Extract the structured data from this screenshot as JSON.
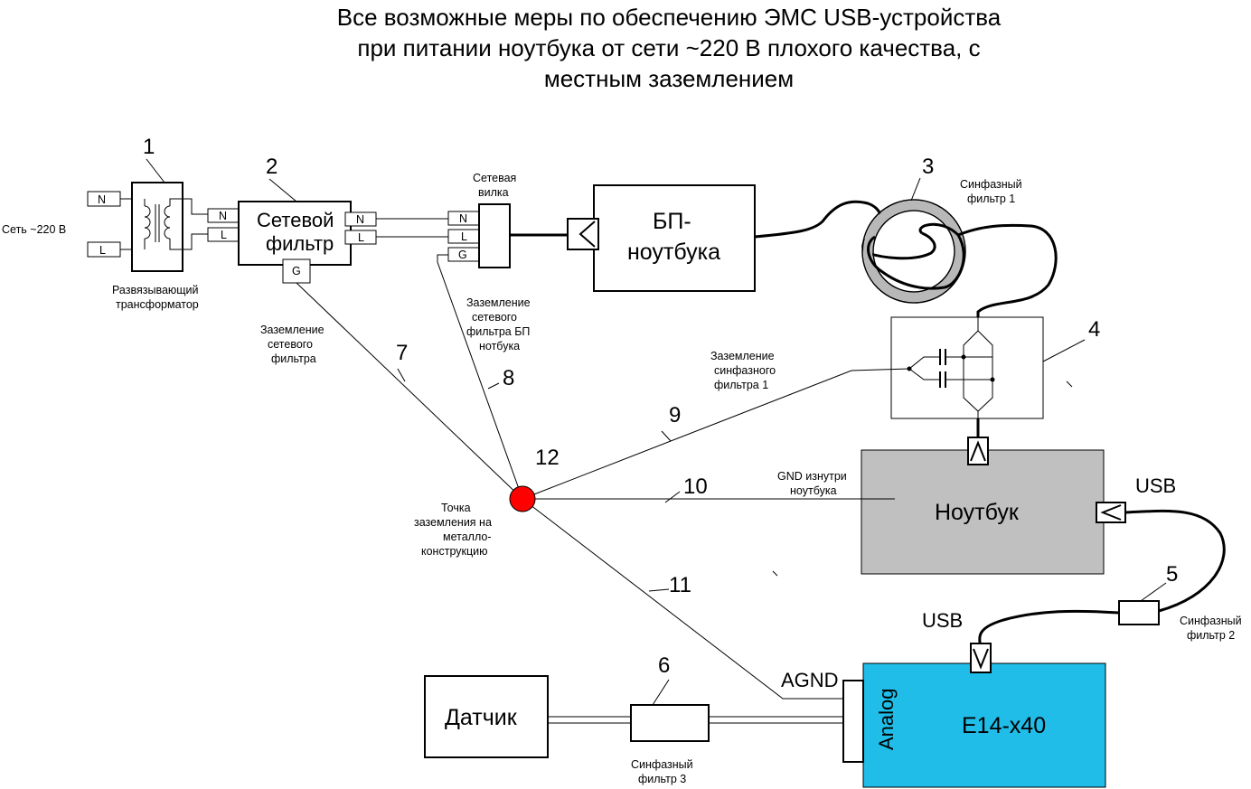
{
  "title": {
    "line1": "Все возможные меры по обеспечению ЭМС USB-устройства",
    "line2": "при питании ноутбука от сети ~220 В плохого качества, с",
    "line3": "местным заземлением"
  },
  "labels": {
    "mains": "Сеть ~220 В",
    "transformer": [
      "Развязывающий",
      "трансформатор"
    ],
    "filter_box": [
      "Сетевой",
      "фильтр"
    ],
    "plug": [
      "Сетевая",
      "вилка"
    ],
    "psu": [
      "БП-",
      "ноутбука"
    ],
    "cm_filter1": [
      "Синфазный",
      "фильтр 1"
    ],
    "ground_filter": [
      "Заземление",
      "сетевого",
      "фильтра"
    ],
    "ground_psu_filter": [
      "Заземление",
      "сетевого",
      "фильтра БП",
      "нотбука"
    ],
    "ground_cm_filter1": [
      "Заземление",
      "синфазного",
      "фильтра 1"
    ],
    "gnd_laptop": [
      "GND изнутри",
      "ноутбука"
    ],
    "ground_point": [
      "Точка",
      "заземления на",
      "металло-",
      "конструкцию"
    ],
    "laptop": "Ноутбук",
    "usb_laptop": "USB",
    "usb_device": "USB",
    "cm_filter2": [
      "Синфазный",
      "фильтр 2"
    ],
    "sensor": "Датчик",
    "cm_filter3": [
      "Синфазный",
      "фильтр 3"
    ],
    "agnd": "AGND",
    "analog": "Analog",
    "device": "E14-x40"
  },
  "pins": {
    "N": "N",
    "L": "L",
    "G": "G"
  },
  "numbers": [
    "1",
    "2",
    "3",
    "4",
    "5",
    "6",
    "7",
    "8",
    "9",
    "10",
    "11",
    "12"
  ],
  "colors": {
    "laptop_fill": "#c0c0c0",
    "device_fill": "#1fbde8",
    "ground_point": "#ff0000",
    "ferrite_ring": "#b8b8b8"
  }
}
